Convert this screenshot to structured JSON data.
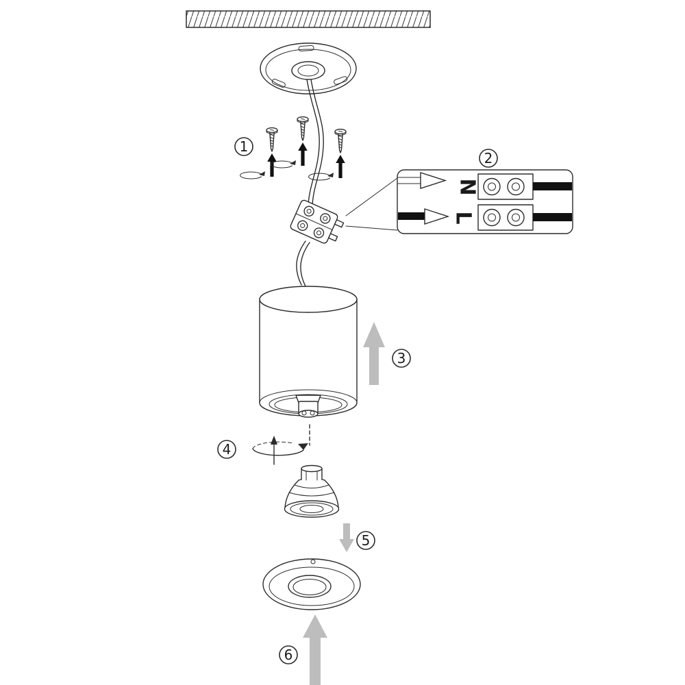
{
  "diagram": {
    "steps": [
      {
        "label": "1",
        "icon": "screw-rotate-up-arrows"
      },
      {
        "label": "2",
        "icon": "wiring-detail-callout"
      },
      {
        "label": "3",
        "icon": "arrow-up"
      },
      {
        "label": "4",
        "icon": "rotate-arrow"
      },
      {
        "label": "5",
        "icon": "arrow-down"
      },
      {
        "label": "6",
        "icon": "arrow-up"
      }
    ],
    "wiring": {
      "neutral": "N",
      "live": "L"
    },
    "colors": {
      "line": "#2b2b2b",
      "arrow_gray": "#bdbdbd",
      "wire_black": "#111111",
      "background": "#ffffff"
    }
  }
}
